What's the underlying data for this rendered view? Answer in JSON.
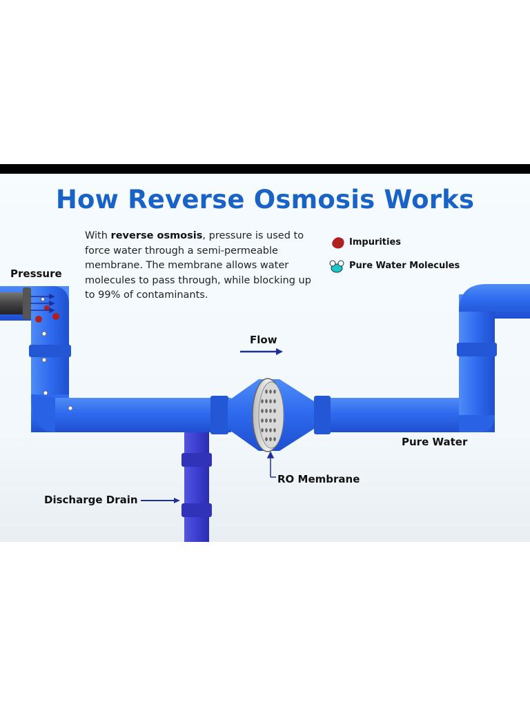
{
  "diagram": {
    "title": "How Reverse Osmosis Works",
    "description_prefix": "With ",
    "description_bold": "reverse osmosis",
    "description_suffix": ", pressure is used to force water through a semi-permeable membrane. The membrane allows water molecules to pass through, while blocking up to 99% of contaminants.",
    "legend": {
      "impurities_label": "Impurities",
      "pure_water_label": "Pure Water Molecules"
    },
    "labels": {
      "pressure": "Pressure",
      "flow": "Flow",
      "pure_water": "Pure Water",
      "ro_membrane": "RO Membrane",
      "discharge_drain": "Discharge Drain"
    },
    "colors": {
      "title": "#1a63c6",
      "pipe": "#2f6bef",
      "pipe_dark": "#1f49c4",
      "drain_pipe": "#3c3fd0",
      "impurity": "#b02020",
      "pure_water_molecule": "#1ec6c6",
      "arrow": "#1e2f9a"
    }
  }
}
